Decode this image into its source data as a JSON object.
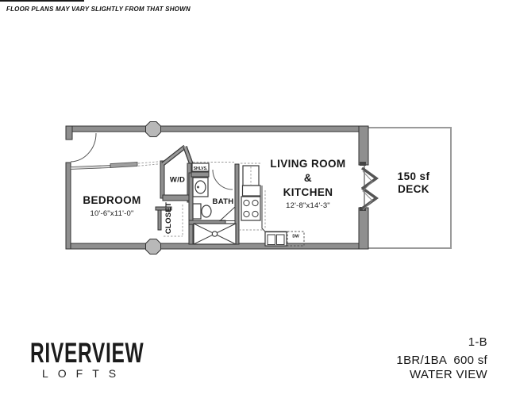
{
  "disclaimer": "FLOOR PLANS MAY VARY SLIGHTLY FROM THAT SHOWN",
  "branding": {
    "name": "RIVERVIEW",
    "sub": "LOFTS"
  },
  "unit": {
    "number": "1-B",
    "specs": "1BR/1BA  600 sf",
    "feature": "WATER VIEW"
  },
  "floorplan": {
    "rooms": {
      "bedroom": {
        "label": "BEDROOM",
        "dimensions": "10'-6\"x11'-0\""
      },
      "living": {
        "line1": "LIVING ROOM",
        "line2": "&",
        "line3": "KITCHEN",
        "dimensions": "12'-8\"x14'-3\""
      },
      "deck": {
        "size": "150 sf",
        "label": "DECK"
      },
      "bath": {
        "label": "BATH"
      },
      "closet": {
        "label": "CLOSET"
      },
      "washer_dryer": {
        "label": "W/D"
      },
      "shelves": {
        "label": "SHLVS."
      },
      "dishwasher": {
        "label": "DW"
      }
    },
    "colors": {
      "wall": "#8f8f8f",
      "wall_outline": "#333333",
      "column": "#b8b8b8",
      "deck_outline": "#9a9a9a",
      "fixture": "#3a3a3a"
    }
  }
}
